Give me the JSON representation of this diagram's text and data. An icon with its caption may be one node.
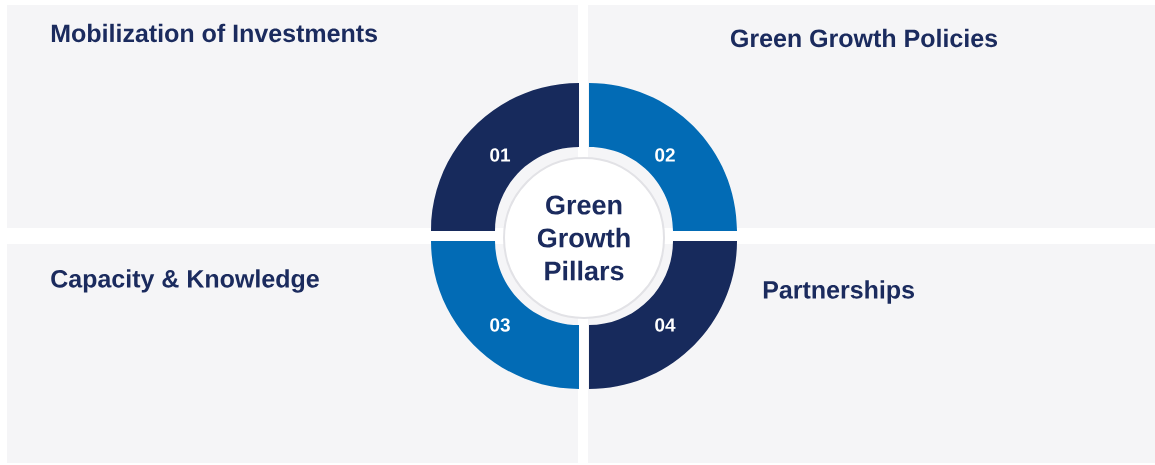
{
  "diagram": {
    "nodes": [
      {
        "text": [
          "Mobilization of Investments"
        ]
      },
      {
        "text": [
          "Green Growth Policies"
        ]
      },
      {
        "text": [
          "Capacity & Knowledge"
        ]
      },
      {
        "text": [
          "Partnerships"
        ]
      },
      {
        "text": [
          "01"
        ],
        "in": 0
      },
      {
        "text": [
          "02"
        ],
        "in": 1
      },
      {
        "text": [
          "03"
        ],
        "in": 2
      },
      {
        "text": [
          "04"
        ],
        "in": 3
      },
      {
        "text": [
          "Green Growth Pillars"
        ]
      }
    ]
  }
}
